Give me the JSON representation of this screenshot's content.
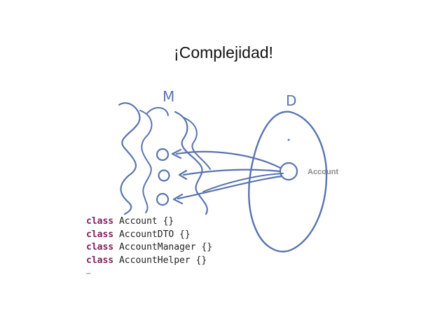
{
  "title": "¡Complejidad!",
  "diagram": {
    "model_label": "M",
    "domain_label": "D",
    "entity_label": "Account"
  },
  "code": {
    "lines": [
      {
        "keyword": "class",
        "text": "Account {}"
      },
      {
        "keyword": "class",
        "text": "AccountDTO {}"
      },
      {
        "keyword": "class",
        "text": "AccountManager {}"
      },
      {
        "keyword": "class",
        "text": "AccountHelper {}"
      }
    ],
    "ellipsis": "…"
  },
  "colors": {
    "sketch": "#5a74b0",
    "keyword": "#7a1f5e",
    "label": "#8a8a8a"
  }
}
